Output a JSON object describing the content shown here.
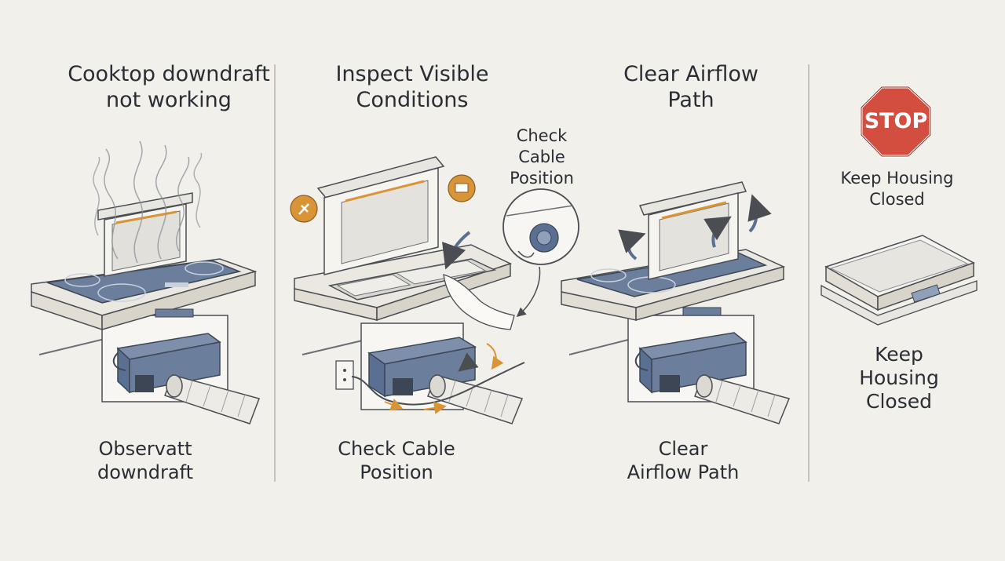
{
  "panels": [
    {
      "title": "Cooktop downdraft\nnot working",
      "caption": "Observatt\ndowndraft"
    },
    {
      "title": "Inspect Visible\nConditions",
      "inset_label": "Check\nCable\nPosition",
      "caption": "Check Cable\nPosition"
    },
    {
      "title": "Clear Airflow\nPath",
      "caption": "Clear\nAirflow Path"
    },
    {
      "stop_sign_text": "STOP",
      "stop_label": "Keep Housing\nClosed",
      "caption": "Keep\nHousing\nClosed"
    }
  ],
  "colors": {
    "background": "#f2f0eb",
    "cooktop_blue": "#6b7f9c",
    "motor_blue": "#5a7092",
    "warning_orange": "#d99438",
    "stop_red": "#d44e3f",
    "line": "#4a4d52"
  }
}
